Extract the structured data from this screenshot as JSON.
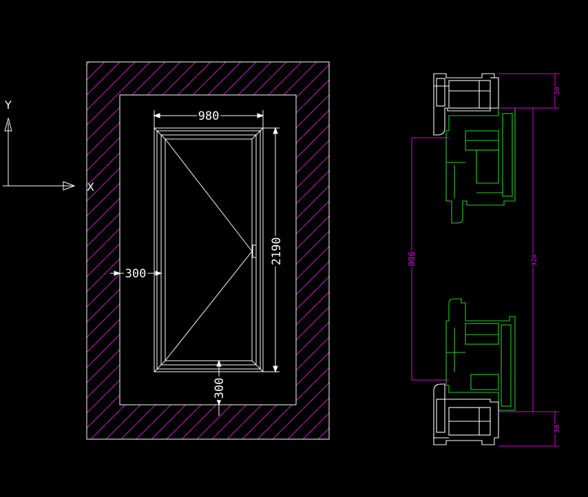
{
  "ucs": {
    "x_label": "X",
    "y_label": "Y"
  },
  "elevation": {
    "width_dim": "980",
    "height_dim": "2190",
    "left_margin_dim": "300",
    "bottom_margin_dim": "300"
  },
  "section": {
    "top_profile_dim": "30",
    "opening_dim": "980",
    "frame_height_dim": "920",
    "bottom_profile_dim": "30"
  },
  "colors": {
    "background": "#000000",
    "line_white": "#ffffff",
    "hatch_magenta": "#a020a0",
    "dim_magenta": "#e000e0",
    "sash_green": "#20d020"
  }
}
